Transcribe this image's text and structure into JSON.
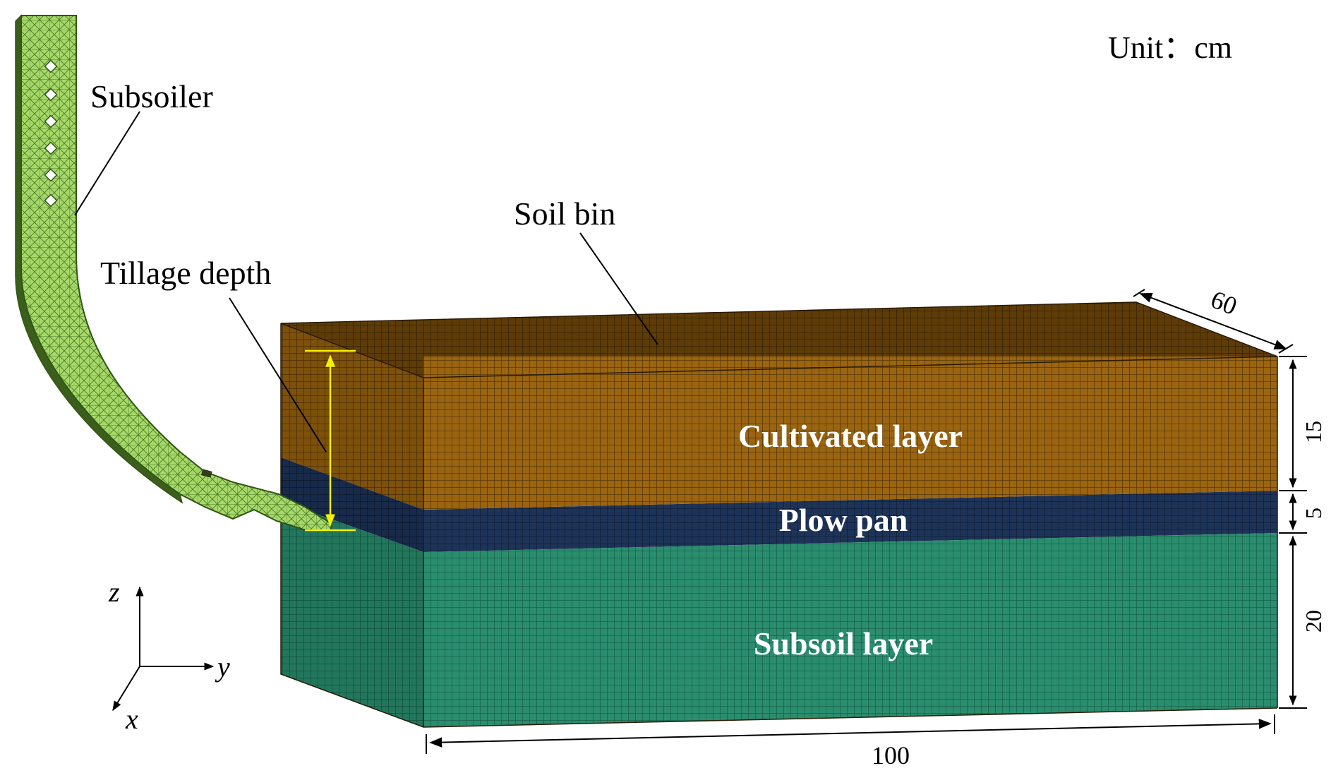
{
  "unit_label": "Unit：cm",
  "labels": {
    "subsoiler": "Subsoiler",
    "tillage_depth": "Tillage depth",
    "soil_bin": "Soil bin",
    "cultivated_layer": "Cultivated layer",
    "plow_pan": "Plow pan",
    "subsoil_layer": "Subsoil layer"
  },
  "dimensions": {
    "length": "100",
    "width": "60",
    "cultivated_thickness": "15",
    "plow_pan_thickness": "5",
    "subsoil_thickness": "20"
  },
  "axes": {
    "z": "z",
    "y": "y",
    "x": "x"
  },
  "colors": {
    "cultivated": "#9a6410",
    "cultivated_top": "#5e3c08",
    "plow_pan": "#1e3358",
    "subsoil": "#2a8d6e",
    "subsoiler": "#a7d86a",
    "tillage_marker": "#f5f000"
  }
}
